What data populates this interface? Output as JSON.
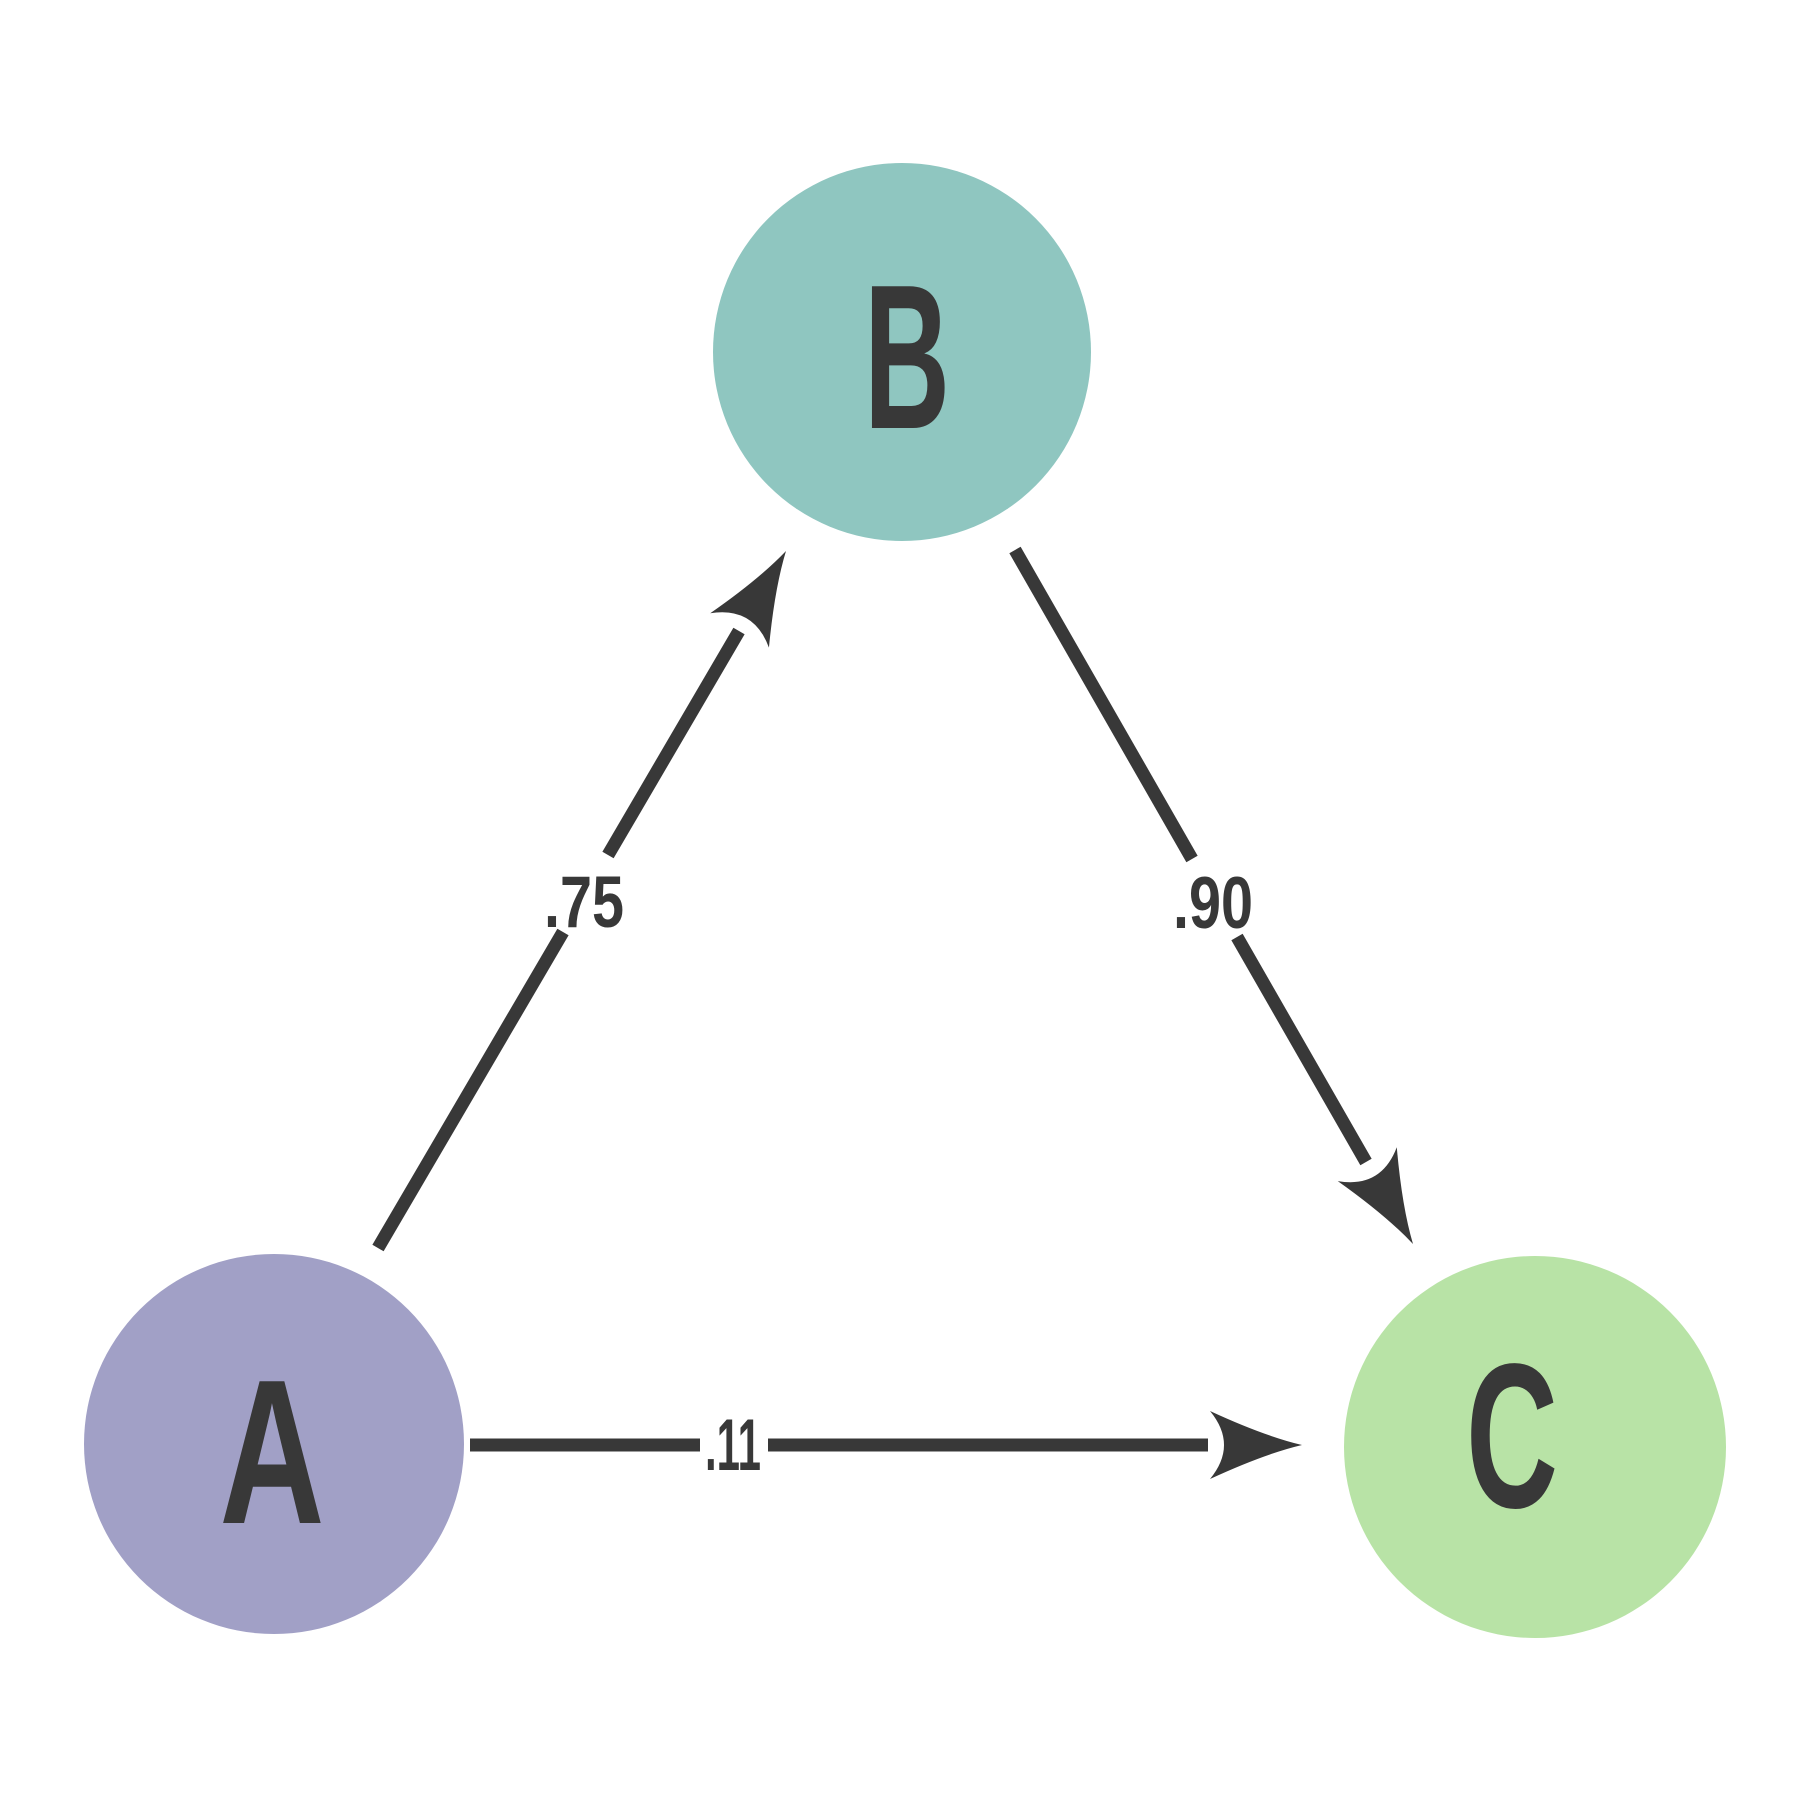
{
  "diagram": {
    "type": "directed-graph",
    "background_color": "#ffffff",
    "ink_color": "#383838",
    "nodes": [
      {
        "id": "A",
        "label": "A",
        "fill": "#a1a0c6"
      },
      {
        "id": "B",
        "label": "B",
        "fill": "#8fc6c0"
      },
      {
        "id": "C",
        "label": "C",
        "fill": "#b8e3a6"
      }
    ],
    "edges": [
      {
        "from": "A",
        "to": "B",
        "weight": ".75"
      },
      {
        "from": "B",
        "to": "C",
        "weight": ".90"
      },
      {
        "from": "A",
        "to": "C",
        "weight": ".11"
      }
    ]
  }
}
